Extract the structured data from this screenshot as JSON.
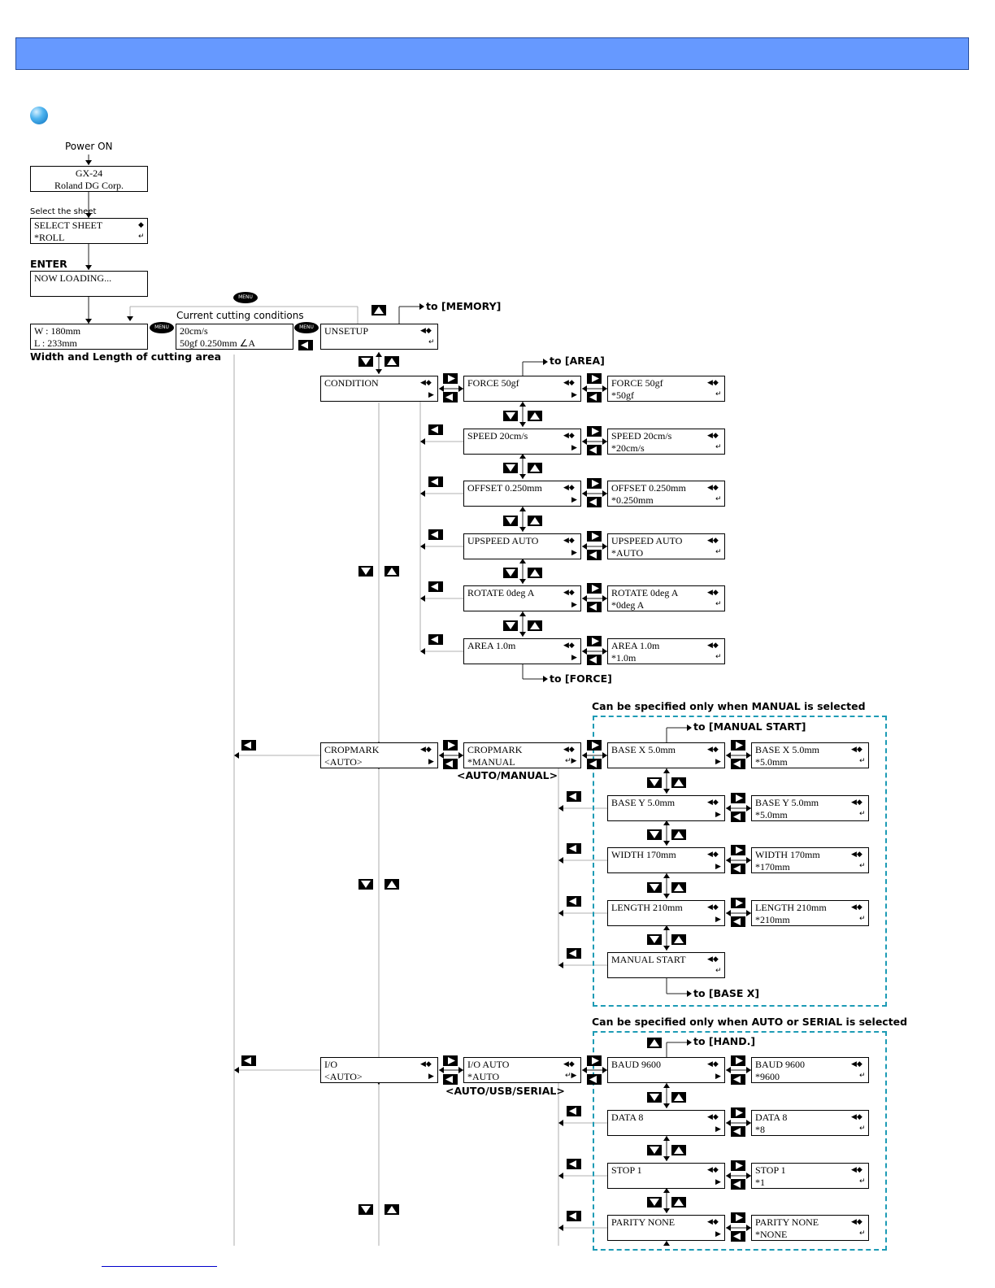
{
  "labels": {
    "power_on": "Power ON",
    "select_sheet": "Select the sheet",
    "enter": "ENTER",
    "current_conditions": "Current cutting conditions",
    "width_length": "Width and Length of cutting area",
    "to_memory": "to [MEMORY]",
    "to_area": "to [AREA]",
    "to_force": "to [FORCE]",
    "to_manual_start": "to [MANUAL START]",
    "to_base_x": "to [BASE X]",
    "to_hand": "to [HAND.]",
    "manual_only": "Can be specified only when MANUAL is selected",
    "auto_serial_only": "Can be specified only when AUTO or SERIAL is selected",
    "auto_manual": "<AUTO/MANUAL>",
    "auto_usb_serial": "<AUTO/USB/SERIAL>",
    "menu": "MENU"
  },
  "boxes": {
    "model": {
      "l1": "GX-24",
      "l2": "Roland DG Corp."
    },
    "select_sheet": {
      "l1": "SELECT SHEET",
      "l2": "*ROLL"
    },
    "loading": {
      "l1": "NOW LOADING...",
      "l2": ""
    },
    "wl": {
      "l1": "W : 180mm",
      "l2": "L : 233mm"
    },
    "cond": {
      "l1": "20cm/s",
      "l2": "50gf 0.250mm ∠A"
    },
    "unsetup": {
      "l1": "UNSETUP",
      "l2": ""
    },
    "condition": {
      "l1": "CONDITION",
      "l2": ""
    },
    "force": {
      "l1": "FORCE 50gf",
      "l2": ""
    },
    "force_set": {
      "l1": "FORCE 50gf",
      "l2": "*50gf"
    },
    "speed": {
      "l1": "SPEED 20cm/s",
      "l2": ""
    },
    "speed_set": {
      "l1": "SPEED 20cm/s",
      "l2": "*20cm/s"
    },
    "offset": {
      "l1": "OFFSET 0.250mm",
      "l2": ""
    },
    "offset_set": {
      "l1": "OFFSET 0.250mm",
      "l2": "*0.250mm"
    },
    "upspeed": {
      "l1": "UPSPEED AUTO",
      "l2": ""
    },
    "upspeed_set": {
      "l1": "UPSPEED AUTO",
      "l2": "*AUTO"
    },
    "rotate": {
      "l1": "ROTATE 0deg A",
      "l2": ""
    },
    "rotate_set": {
      "l1": "ROTATE 0deg A",
      "l2": "*0deg A"
    },
    "area": {
      "l1": "AREA 1.0m",
      "l2": ""
    },
    "area_set": {
      "l1": "AREA 1.0m",
      "l2": "*1.0m"
    },
    "cropmark": {
      "l1": "CROPMARK",
      "l2": "<AUTO>"
    },
    "cropmark_set": {
      "l1": "CROPMARK",
      "l2": "*MANUAL"
    },
    "basex": {
      "l1": "BASE X 5.0mm",
      "l2": ""
    },
    "basex_set": {
      "l1": "BASE X 5.0mm",
      "l2": "*5.0mm"
    },
    "basey": {
      "l1": "BASE Y 5.0mm",
      "l2": ""
    },
    "basey_set": {
      "l1": "BASE Y 5.0mm",
      "l2": "*5.0mm"
    },
    "width": {
      "l1": "WIDTH 170mm",
      "l2": ""
    },
    "width_set": {
      "l1": "WIDTH 170mm",
      "l2": "*170mm"
    },
    "length": {
      "l1": "LENGTH 210mm",
      "l2": ""
    },
    "length_set": {
      "l1": "LENGTH 210mm",
      "l2": "*210mm"
    },
    "manual_start": {
      "l1": "MANUAL START",
      "l2": ""
    },
    "io": {
      "l1": "I/O",
      "l2": "<AUTO>"
    },
    "io_set": {
      "l1": "I/O AUTO",
      "l2": "*AUTO"
    },
    "baud": {
      "l1": "BAUD 9600",
      "l2": ""
    },
    "baud_set": {
      "l1": "BAUD 9600",
      "l2": "*9600"
    },
    "data": {
      "l1": "DATA 8",
      "l2": ""
    },
    "data_set": {
      "l1": "DATA 8",
      "l2": "*8"
    },
    "stop": {
      "l1": "STOP 1",
      "l2": ""
    },
    "stop_set": {
      "l1": "STOP 1",
      "l2": "*1"
    },
    "parity": {
      "l1": "PARITY NONE",
      "l2": ""
    },
    "parity_set": {
      "l1": "PARITY NONE",
      "l2": "*NONE"
    }
  },
  "colors": {
    "header": "#6699ff",
    "dash": "#1d9bb5"
  }
}
